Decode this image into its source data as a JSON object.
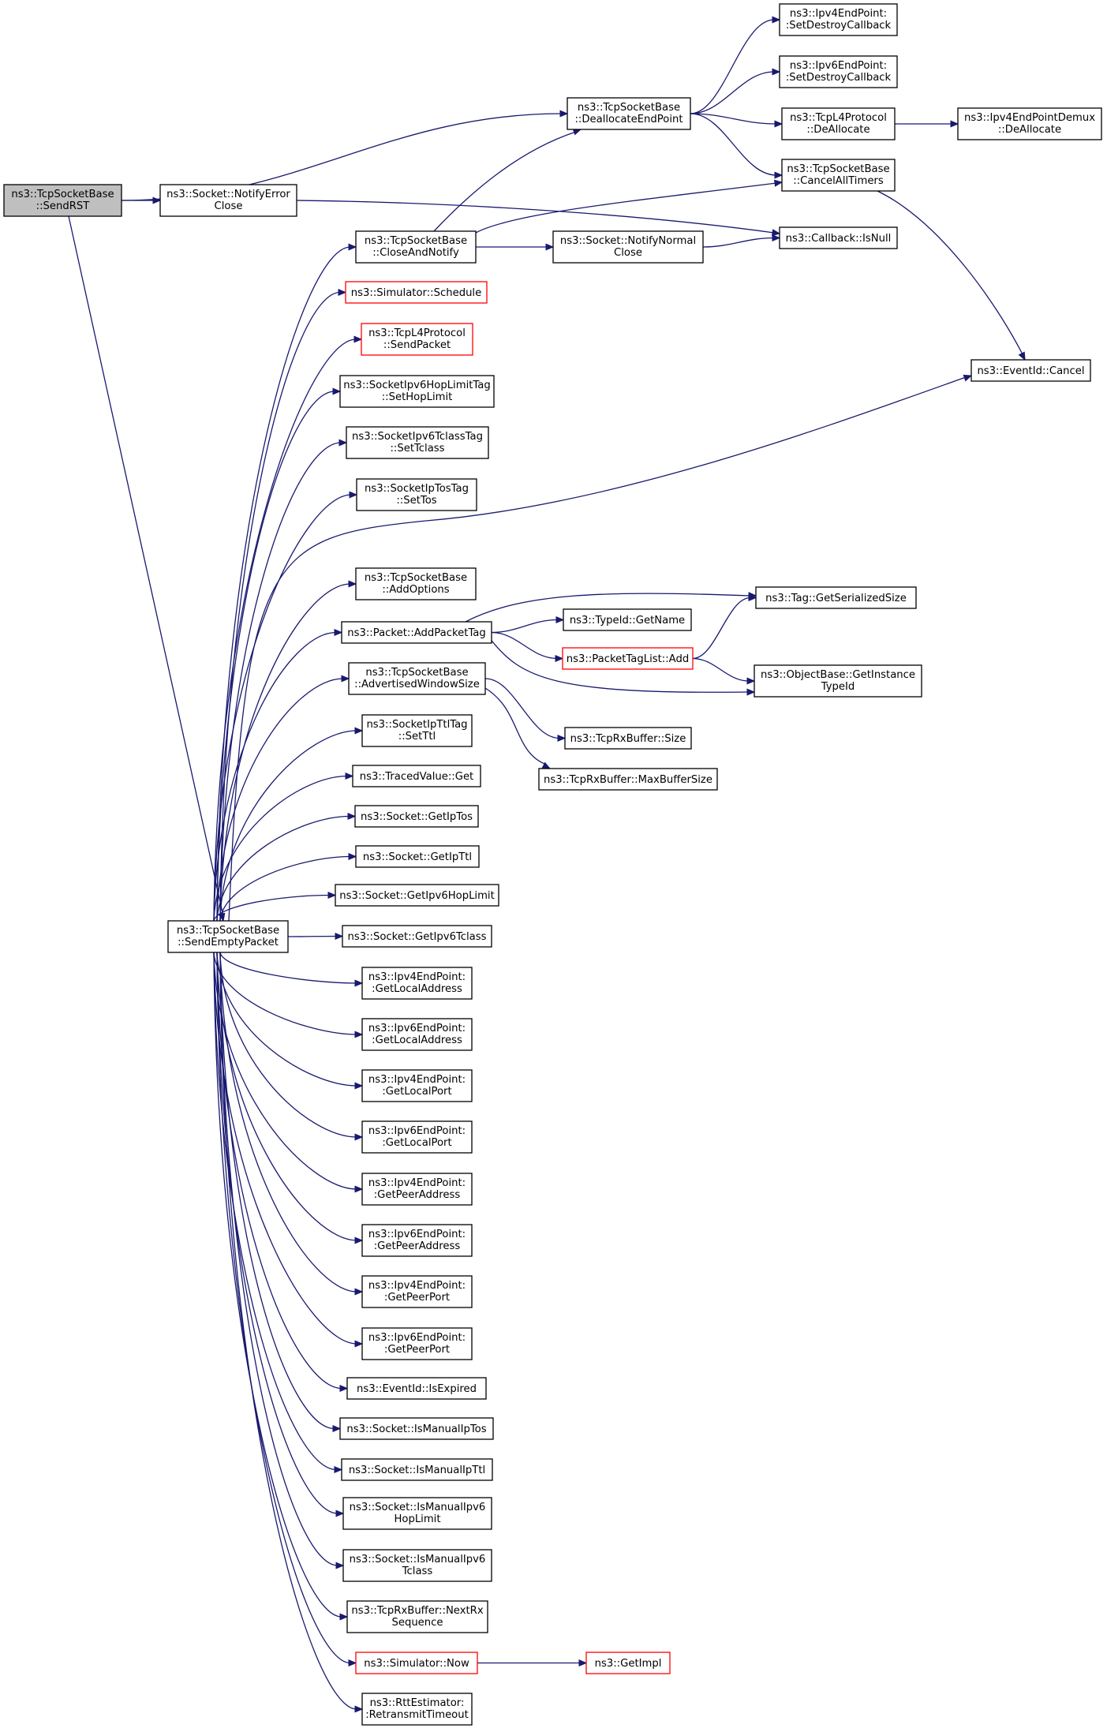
{
  "diagram": {
    "nodes": [
      {
        "id": "SendRST",
        "lines": [
          "ns3::TcpSocketBase",
          "::SendRST"
        ],
        "root": true
      },
      {
        "id": "NotifyErrorClose",
        "lines": [
          "ns3::Socket::NotifyError",
          "Close"
        ]
      },
      {
        "id": "DeallocateEndPoint",
        "lines": [
          "ns3::TcpSocketBase",
          "::DeallocateEndPoint"
        ]
      },
      {
        "id": "Ipv4SetDestroyCallback",
        "lines": [
          "ns3::Ipv4EndPoint:",
          ":SetDestroyCallback"
        ]
      },
      {
        "id": "Ipv6SetDestroyCallback",
        "lines": [
          "ns3::Ipv6EndPoint:",
          ":SetDestroyCallback"
        ]
      },
      {
        "id": "TcpL4DeAllocate",
        "lines": [
          "ns3::TcpL4Protocol",
          "::DeAllocate"
        ]
      },
      {
        "id": "DemuxDeAllocate",
        "lines": [
          "ns3::Ipv4EndPointDemux",
          "::DeAllocate"
        ]
      },
      {
        "id": "CancelAllTimers",
        "lines": [
          "ns3::TcpSocketBase",
          "::CancelAllTimers"
        ]
      },
      {
        "id": "CloseAndNotify",
        "lines": [
          "ns3::TcpSocketBase",
          "::CloseAndNotify"
        ]
      },
      {
        "id": "NotifyNormalClose",
        "lines": [
          "ns3::Socket::NotifyNormal",
          "Close"
        ]
      },
      {
        "id": "CallbackIsNull",
        "lines": [
          "ns3::Callback::IsNull"
        ]
      },
      {
        "id": "SimSchedule",
        "lines": [
          "ns3::Simulator::Schedule"
        ],
        "truncated": true
      },
      {
        "id": "SendPacket",
        "lines": [
          "ns3::TcpL4Protocol",
          "::SendPacket"
        ],
        "truncated": true
      },
      {
        "id": "SetHopLimit",
        "lines": [
          "ns3::SocketIpv6HopLimitTag",
          "::SetHopLimit"
        ]
      },
      {
        "id": "SetTclass",
        "lines": [
          "ns3::SocketIpv6TclassTag",
          "::SetTclass"
        ]
      },
      {
        "id": "SetTos",
        "lines": [
          "ns3::SocketIpTosTag",
          "::SetTos"
        ]
      },
      {
        "id": "EventCancel",
        "lines": [
          "ns3::EventId::Cancel"
        ]
      },
      {
        "id": "AddOptions",
        "lines": [
          "ns3::TcpSocketBase",
          "::AddOptions"
        ]
      },
      {
        "id": "AddPacketTag",
        "lines": [
          "ns3::Packet::AddPacketTag"
        ]
      },
      {
        "id": "TagGetSerializedSize",
        "lines": [
          "ns3::Tag::GetSerializedSize"
        ]
      },
      {
        "id": "TypeIdGetName",
        "lines": [
          "ns3::TypeId::GetName"
        ]
      },
      {
        "id": "PacketTagListAdd",
        "lines": [
          "ns3::PacketTagList::Add"
        ],
        "truncated": true
      },
      {
        "id": "GetInstanceTypeId",
        "lines": [
          "ns3::ObjectBase::GetInstance",
          "TypeId"
        ]
      },
      {
        "id": "AdvertisedWindowSize",
        "lines": [
          "ns3::TcpSocketBase",
          "::AdvertisedWindowSize"
        ]
      },
      {
        "id": "RxSize",
        "lines": [
          "ns3::TcpRxBuffer::Size"
        ]
      },
      {
        "id": "RxMaxBufferSize",
        "lines": [
          "ns3::TcpRxBuffer::MaxBufferSize"
        ]
      },
      {
        "id": "SetTtl",
        "lines": [
          "ns3::SocketIpTtlTag",
          "::SetTtl"
        ]
      },
      {
        "id": "TracedGet",
        "lines": [
          "ns3::TracedValue::Get"
        ]
      },
      {
        "id": "GetIpTos",
        "lines": [
          "ns3::Socket::GetIpTos"
        ]
      },
      {
        "id": "GetIpTtl",
        "lines": [
          "ns3::Socket::GetIpTtl"
        ]
      },
      {
        "id": "GetIpv6HopLimit",
        "lines": [
          "ns3::Socket::GetIpv6HopLimit"
        ]
      },
      {
        "id": "SendEmptyPacket",
        "lines": [
          "ns3::TcpSocketBase",
          "::SendEmptyPacket"
        ]
      },
      {
        "id": "GetIpv6Tclass",
        "lines": [
          "ns3::Socket::GetIpv6Tclass"
        ]
      },
      {
        "id": "Ipv4GetLocalAddress",
        "lines": [
          "ns3::Ipv4EndPoint:",
          ":GetLocalAddress"
        ]
      },
      {
        "id": "Ipv6GetLocalAddress",
        "lines": [
          "ns3::Ipv6EndPoint:",
          ":GetLocalAddress"
        ]
      },
      {
        "id": "Ipv4GetLocalPort",
        "lines": [
          "ns3::Ipv4EndPoint:",
          ":GetLocalPort"
        ]
      },
      {
        "id": "Ipv6GetLocalPort",
        "lines": [
          "ns3::Ipv6EndPoint:",
          ":GetLocalPort"
        ]
      },
      {
        "id": "Ipv4GetPeerAddress",
        "lines": [
          "ns3::Ipv4EndPoint:",
          ":GetPeerAddress"
        ]
      },
      {
        "id": "Ipv6GetPeerAddress",
        "lines": [
          "ns3::Ipv6EndPoint:",
          ":GetPeerAddress"
        ]
      },
      {
        "id": "Ipv4GetPeerPort",
        "lines": [
          "ns3::Ipv4EndPoint:",
          ":GetPeerPort"
        ]
      },
      {
        "id": "Ipv6GetPeerPort",
        "lines": [
          "ns3::Ipv6EndPoint:",
          ":GetPeerPort"
        ]
      },
      {
        "id": "IsExpired",
        "lines": [
          "ns3::EventId::IsExpired"
        ]
      },
      {
        "id": "IsManualIpTos",
        "lines": [
          "ns3::Socket::IsManualIpTos"
        ]
      },
      {
        "id": "IsManualIpTtl",
        "lines": [
          "ns3::Socket::IsManualIpTtl"
        ]
      },
      {
        "id": "IsManualIpv6HopLimit",
        "lines": [
          "ns3::Socket::IsManualIpv6",
          "HopLimit"
        ]
      },
      {
        "id": "IsManualIpv6Tclass",
        "lines": [
          "ns3::Socket::IsManualIpv6",
          "Tclass"
        ]
      },
      {
        "id": "NextRxSequence",
        "lines": [
          "ns3::TcpRxBuffer::NextRx",
          "Sequence"
        ]
      },
      {
        "id": "SimNow",
        "lines": [
          "ns3::Simulator::Now"
        ],
        "truncated": true
      },
      {
        "id": "GetImpl",
        "lines": [
          "ns3::GetImpl"
        ],
        "truncated": true
      },
      {
        "id": "RetransmitTimeout",
        "lines": [
          "ns3::RttEstimator:",
          ":RetransmitTimeout"
        ]
      }
    ],
    "edges": [
      [
        "SendRST",
        "NotifyErrorClose"
      ],
      [
        "SendRST",
        "DeallocateEndPoint"
      ],
      [
        "SendRST",
        "SendEmptyPacket"
      ],
      [
        "NotifyErrorClose",
        "CallbackIsNull"
      ],
      [
        "DeallocateEndPoint",
        "Ipv4SetDestroyCallback"
      ],
      [
        "DeallocateEndPoint",
        "Ipv6SetDestroyCallback"
      ],
      [
        "DeallocateEndPoint",
        "TcpL4DeAllocate"
      ],
      [
        "DeallocateEndPoint",
        "CancelAllTimers"
      ],
      [
        "TcpL4DeAllocate",
        "DemuxDeAllocate"
      ],
      [
        "CancelAllTimers",
        "EventCancel"
      ],
      [
        "CloseAndNotify",
        "DeallocateEndPoint"
      ],
      [
        "CloseAndNotify",
        "CancelAllTimers"
      ],
      [
        "CloseAndNotify",
        "NotifyNormalClose"
      ],
      [
        "NotifyNormalClose",
        "CallbackIsNull"
      ],
      [
        "AddPacketTag",
        "TypeIdGetName"
      ],
      [
        "AddPacketTag",
        "TagGetSerializedSize"
      ],
      [
        "AddPacketTag",
        "PacketTagListAdd"
      ],
      [
        "AddPacketTag",
        "GetInstanceTypeId"
      ],
      [
        "PacketTagListAdd",
        "TagGetSerializedSize"
      ],
      [
        "PacketTagListAdd",
        "GetInstanceTypeId"
      ],
      [
        "AdvertisedWindowSize",
        "RxSize"
      ],
      [
        "AdvertisedWindowSize",
        "RxMaxBufferSize"
      ],
      [
        "SendEmptyPacket",
        "CloseAndNotify"
      ],
      [
        "SendEmptyPacket",
        "SimSchedule"
      ],
      [
        "SendEmptyPacket",
        "SendPacket"
      ],
      [
        "SendEmptyPacket",
        "SetHopLimit"
      ],
      [
        "SendEmptyPacket",
        "SetTclass"
      ],
      [
        "SendEmptyPacket",
        "SetTos"
      ],
      [
        "SendEmptyPacket",
        "EventCancel"
      ],
      [
        "SendEmptyPacket",
        "AddOptions"
      ],
      [
        "SendEmptyPacket",
        "AddPacketTag"
      ],
      [
        "SendEmptyPacket",
        "AdvertisedWindowSize"
      ],
      [
        "SendEmptyPacket",
        "SetTtl"
      ],
      [
        "SendEmptyPacket",
        "TracedGet"
      ],
      [
        "SendEmptyPacket",
        "GetIpTos"
      ],
      [
        "SendEmptyPacket",
        "GetIpTtl"
      ],
      [
        "SendEmptyPacket",
        "GetIpv6HopLimit"
      ],
      [
        "SendEmptyPacket",
        "GetIpv6Tclass"
      ],
      [
        "SendEmptyPacket",
        "Ipv4GetLocalAddress"
      ],
      [
        "SendEmptyPacket",
        "Ipv6GetLocalAddress"
      ],
      [
        "SendEmptyPacket",
        "Ipv4GetLocalPort"
      ],
      [
        "SendEmptyPacket",
        "Ipv6GetLocalPort"
      ],
      [
        "SendEmptyPacket",
        "Ipv4GetPeerAddress"
      ],
      [
        "SendEmptyPacket",
        "Ipv6GetPeerAddress"
      ],
      [
        "SendEmptyPacket",
        "Ipv4GetPeerPort"
      ],
      [
        "SendEmptyPacket",
        "Ipv6GetPeerPort"
      ],
      [
        "SendEmptyPacket",
        "IsExpired"
      ],
      [
        "SendEmptyPacket",
        "IsManualIpTos"
      ],
      [
        "SendEmptyPacket",
        "IsManualIpTtl"
      ],
      [
        "SendEmptyPacket",
        "IsManualIpv6HopLimit"
      ],
      [
        "SendEmptyPacket",
        "IsManualIpv6Tclass"
      ],
      [
        "SendEmptyPacket",
        "NextRxSequence"
      ],
      [
        "SendEmptyPacket",
        "SimNow"
      ],
      [
        "SendEmptyPacket",
        "RetransmitTimeout"
      ],
      [
        "SimNow",
        "GetImpl"
      ]
    ]
  }
}
